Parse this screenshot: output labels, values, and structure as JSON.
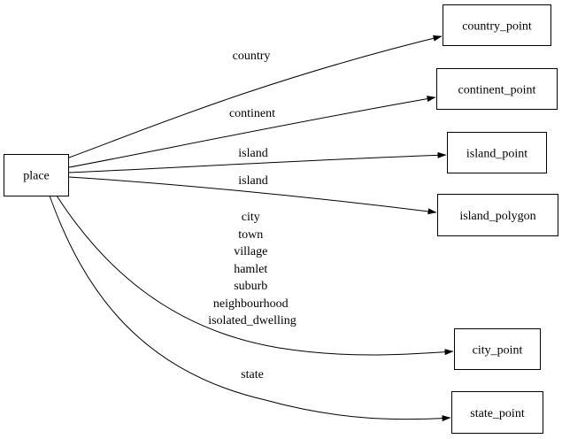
{
  "colors": {
    "background": "#ffffff",
    "stroke": "#000000",
    "node_fill": "#ffffff",
    "text": "#000000"
  },
  "diagram": {
    "type": "directed-graph",
    "nodes": {
      "place": {
        "label": "place"
      },
      "country_point": {
        "label": "country_point"
      },
      "continent_point": {
        "label": "continent_point"
      },
      "island_point": {
        "label": "island_point"
      },
      "island_polygon": {
        "label": "island_polygon"
      },
      "city_point": {
        "label": "city_point"
      },
      "state_point": {
        "label": "state_point"
      }
    },
    "edges": {
      "country": {
        "from": "place",
        "to": "country_point",
        "label": "country"
      },
      "continent": {
        "from": "place",
        "to": "continent_point",
        "label": "continent"
      },
      "island_to_point": {
        "from": "place",
        "to": "island_point",
        "label": "island"
      },
      "island_to_polygon": {
        "from": "place",
        "to": "island_polygon",
        "label": "island"
      },
      "city": {
        "from": "place",
        "to": "city_point",
        "label_lines": [
          "city",
          "town",
          "village",
          "hamlet",
          "suburb",
          "neighbourhood",
          "isolated_dwelling"
        ]
      },
      "state": {
        "from": "place",
        "to": "state_point",
        "label": "state"
      }
    }
  }
}
